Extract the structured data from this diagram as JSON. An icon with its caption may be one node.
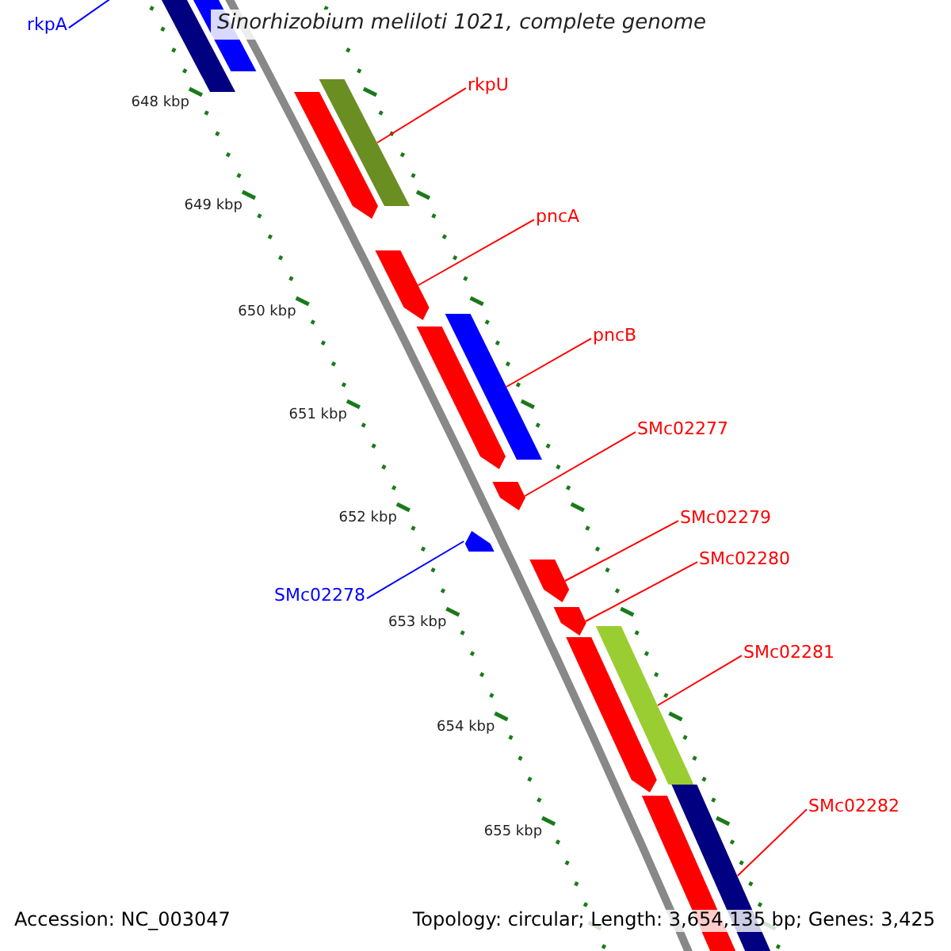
{
  "diagram": {
    "title": "Sinorhizobium meliloti 1021, complete genome",
    "nodes": [
      {
        "text": [
          "rkpA"
        ]
      },
      {
        "text": [
          "rkpU"
        ]
      },
      {
        "text": [
          "pncA"
        ]
      },
      {
        "text": [
          "pncB"
        ]
      },
      {
        "text": [
          "SMc02277"
        ]
      },
      {
        "text": [
          "SMc02279"
        ]
      },
      {
        "text": [
          "SMc02280"
        ]
      },
      {
        "text": [
          "SMc02278"
        ]
      },
      {
        "text": [
          "SMc02281"
        ]
      },
      {
        "text": [
          "SMc02282"
        ]
      },
      {
        "text": [],
        "shape": "bar"
      },
      {
        "text": [],
        "shape": "bar"
      },
      {
        "text": [],
        "shape": "bar"
      },
      {
        "text": [],
        "shape": "bar"
      },
      {
        "text": [],
        "shape": "bar"
      },
      {
        "text": [],
        "shape": "bar"
      },
      {
        "text": [],
        "shape": "bar"
      },
      {
        "text": [],
        "shape": "bar"
      },
      {
        "text": [],
        "shape": "bar"
      },
      {
        "text": [],
        "shape": "bar"
      },
      {
        "text": [],
        "shape": "bar"
      },
      {
        "text": [],
        "shape": "bar"
      },
      {
        "text": [],
        "shape": "bar"
      },
      {
        "text": [],
        "shape": "bar"
      },
      {
        "text": [],
        "shape": "bar"
      }
    ],
    "edges": [
      {
        "from": 0,
        "to": null,
        "arrow": "none",
        "color": "#0000ff"
      },
      {
        "from": 1,
        "to": 12,
        "arrow": "none"
      },
      {
        "from": 2,
        "to": 14,
        "arrow": "none"
      },
      {
        "from": 3,
        "to": 15,
        "arrow": "none"
      },
      {
        "from": 4,
        "to": 17,
        "arrow": "none"
      },
      {
        "from": 5,
        "to": 19,
        "arrow": "none"
      },
      {
        "from": 6,
        "to": 20,
        "arrow": "none"
      },
      {
        "from": 7,
        "to": 18,
        "arrow": "none",
        "color": "#0000ff"
      },
      {
        "from": 8,
        "to": 21,
        "arrow": "none"
      },
      {
        "from": 9,
        "to": 23,
        "arrow": "none"
      }
    ],
    "labels": [
      "648 kbp",
      "649 kbp",
      "650 kbp",
      "651 kbp",
      "652 kbp",
      "653 kbp",
      "654 kbp",
      "655 kbp",
      "Accession: NC_003047",
      "Topology: circular; Length: 3,654,135 bp; Genes: 3,425"
    ]
  }
}
